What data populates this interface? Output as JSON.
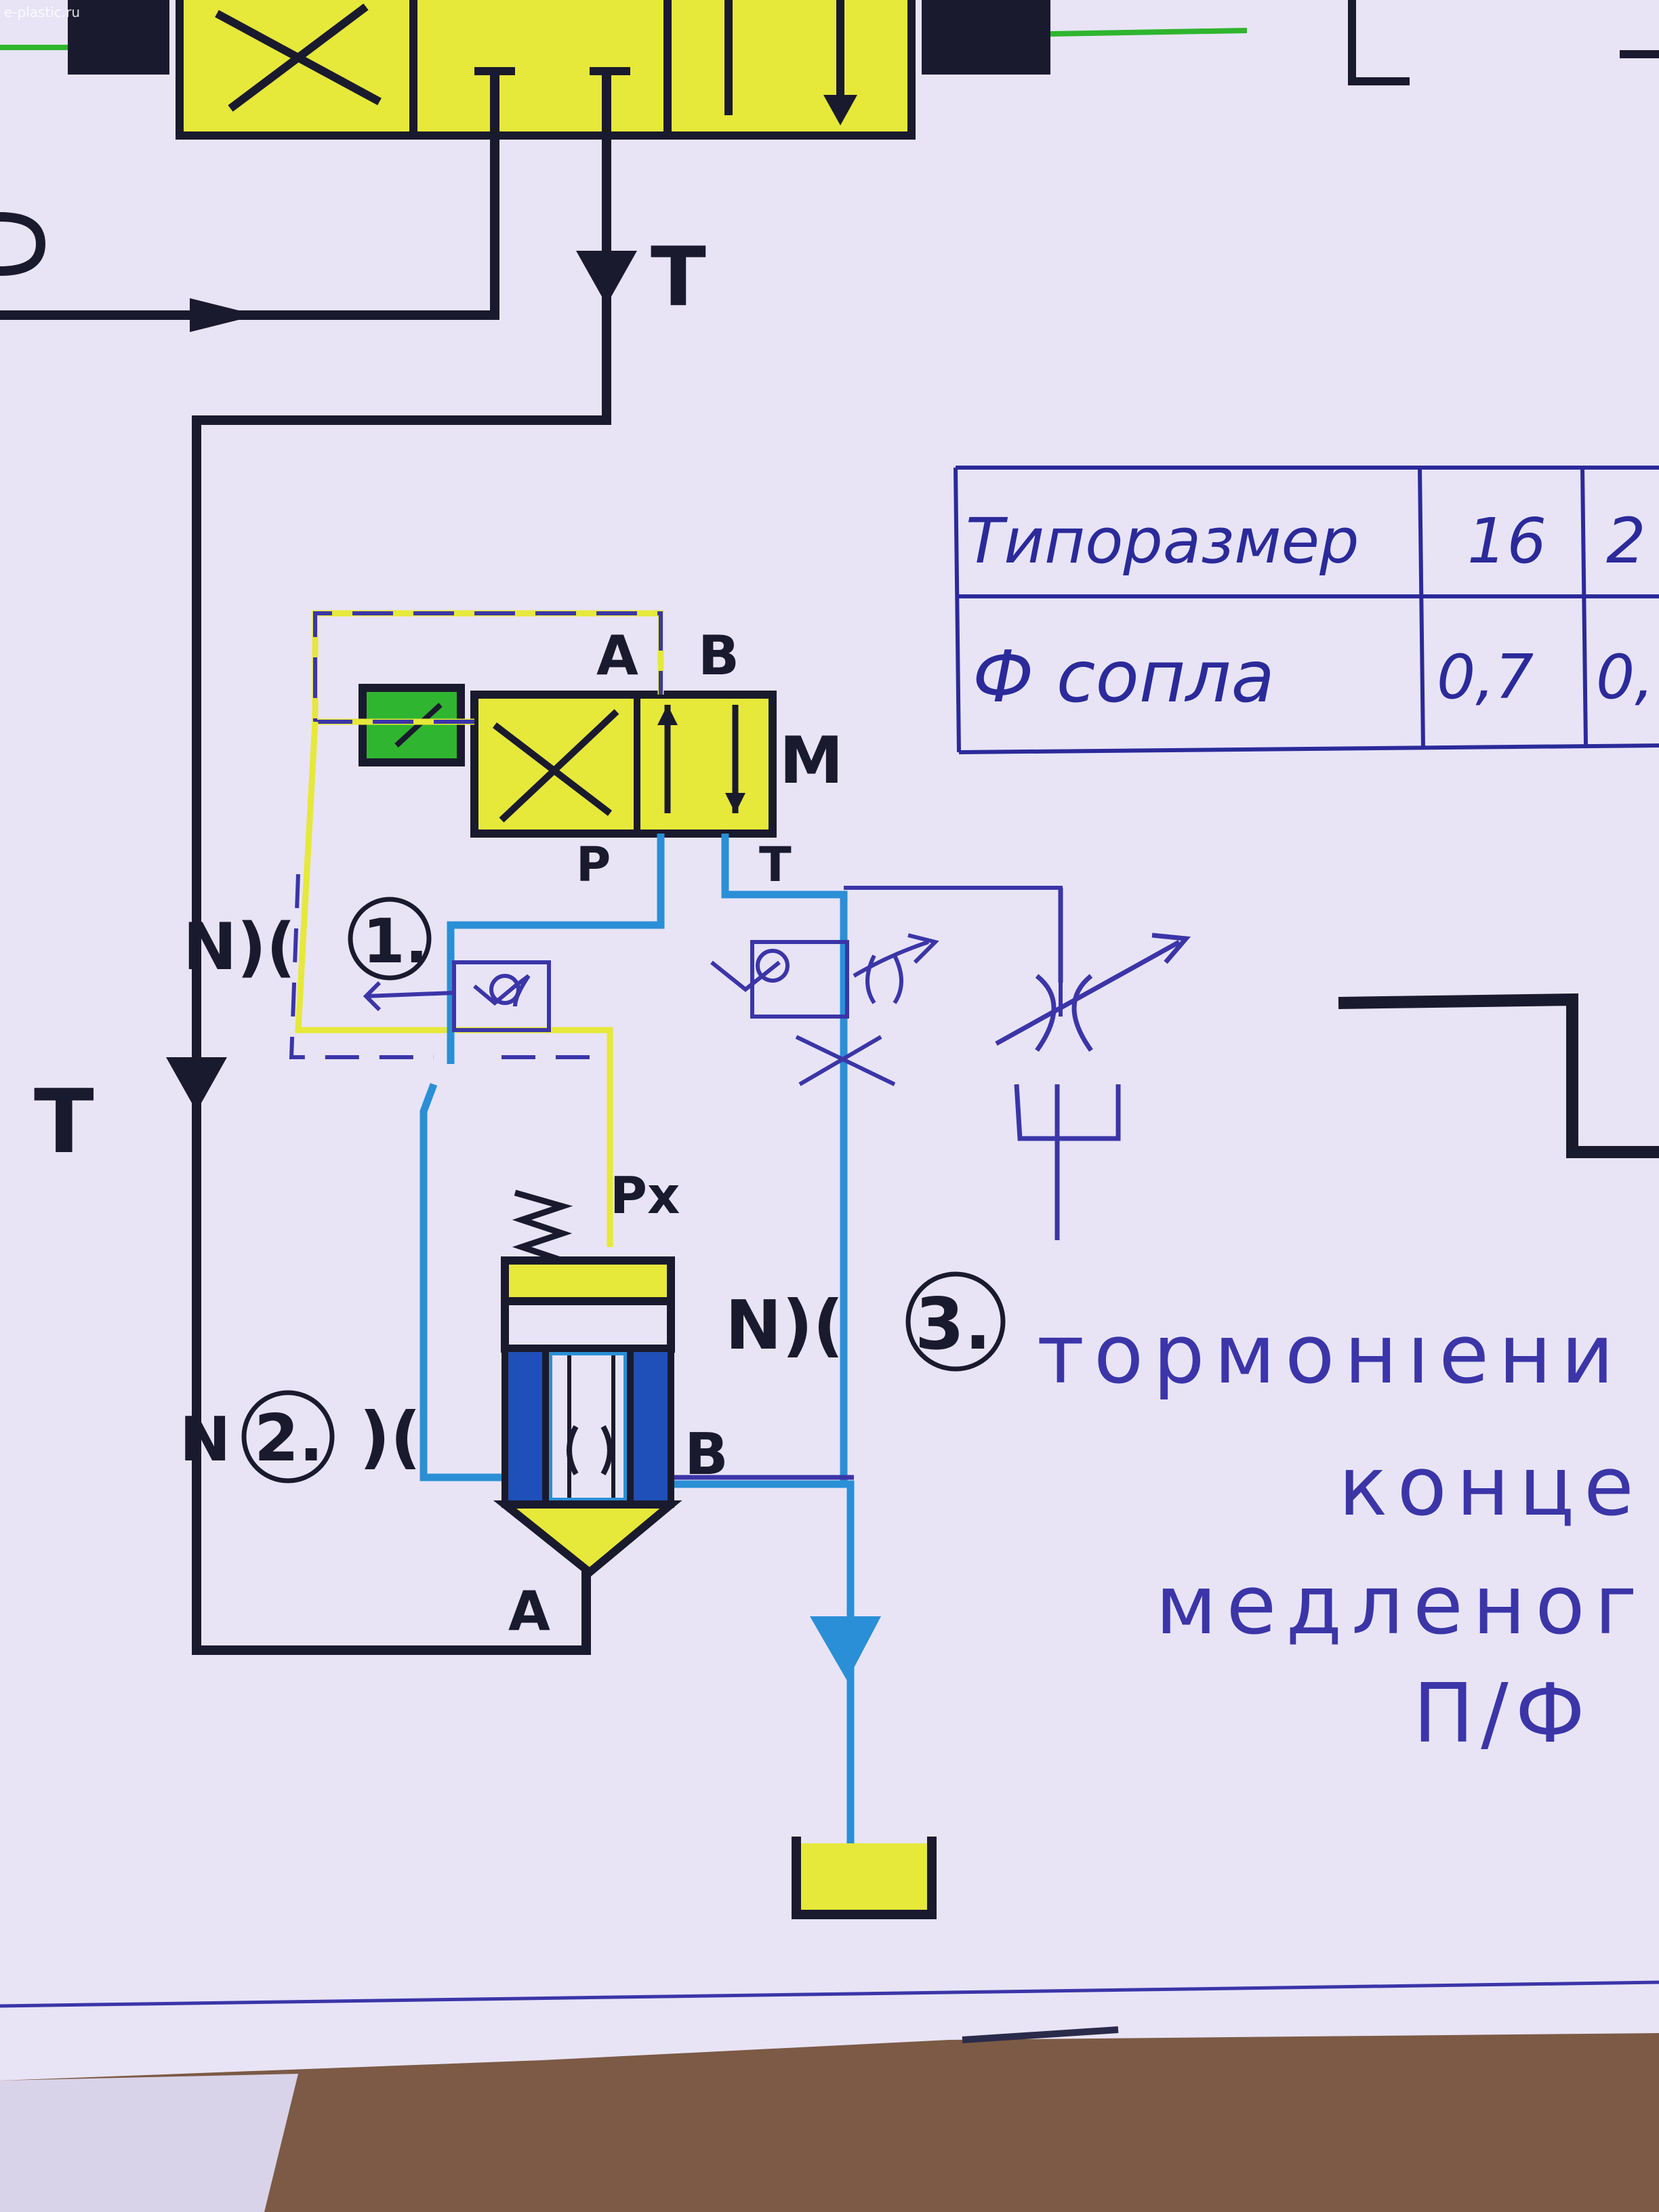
{
  "watermark": "e-plastic.ru",
  "ports": {
    "T": "T",
    "A": "A",
    "B": "B",
    "P": "P",
    "M": "M",
    "Px": "Px"
  },
  "restrictors": {
    "r1": {
      "label": "N)(",
      "number": "1."
    },
    "r2": {
      "label": "N",
      "number": "2.",
      "symbol": ")("
    },
    "r3": {
      "label": "N)(",
      "number": "3."
    }
  },
  "table": {
    "header_label": "Типоразмер",
    "header_values": [
      "16",
      "2"
    ],
    "row_label": "Ф сопла",
    "row_values": [
      "0,7",
      "0,"
    ]
  },
  "note_lines": [
    "тормонıени",
    "конце",
    "медленог",
    "П/Ф"
  ],
  "colors": {
    "paper": "#e8e4f6",
    "ink_blue": "#2b2a9a",
    "ink_black": "#1a1a2e",
    "yellow": "#e6e83a",
    "green": "#2fb52f",
    "cyan": "#2a8fd6",
    "deep_blue": "#1f4fb8"
  }
}
